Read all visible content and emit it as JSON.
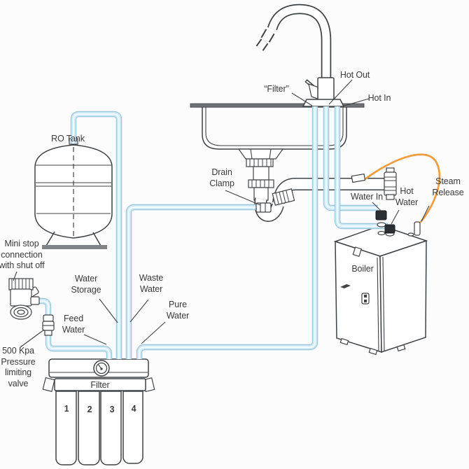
{
  "diagram": {
    "title_labels": {
      "faucet_filter": "“Filter”",
      "hot_out": "Hot Out",
      "hot_in": "Hot In",
      "ro_tank": "RO Tank",
      "drain_clamp": "Drain\nClamp",
      "water_in": "Water In",
      "hot_water": "Hot\nWater",
      "steam_release": "Steam\nRelease",
      "boiler": "Boiler",
      "mini_stop": "Mini stop\nconnection\nwith shut off",
      "water_storage": "Water\nStorage",
      "waste_water": "Waste\nWater",
      "pure_water": "Pure\nWater",
      "feed_water": "Feed\nWater",
      "pressure_valve": "500 Kpa\nPressure\nlimiting\nvalve",
      "filter_unit": "Filter",
      "cartridge_1": "1",
      "cartridge_2": "2",
      "cartridge_3": "3",
      "cartridge_4": "4"
    },
    "colors": {
      "tube_blue": "#c9e7f5",
      "tube_edge": "#8dbdd6",
      "tube_highlight": "#f2fafd",
      "steam_orange": "#ef9d3e",
      "line_work": "#3f4245",
      "label_text": "#3a3a3a"
    }
  }
}
